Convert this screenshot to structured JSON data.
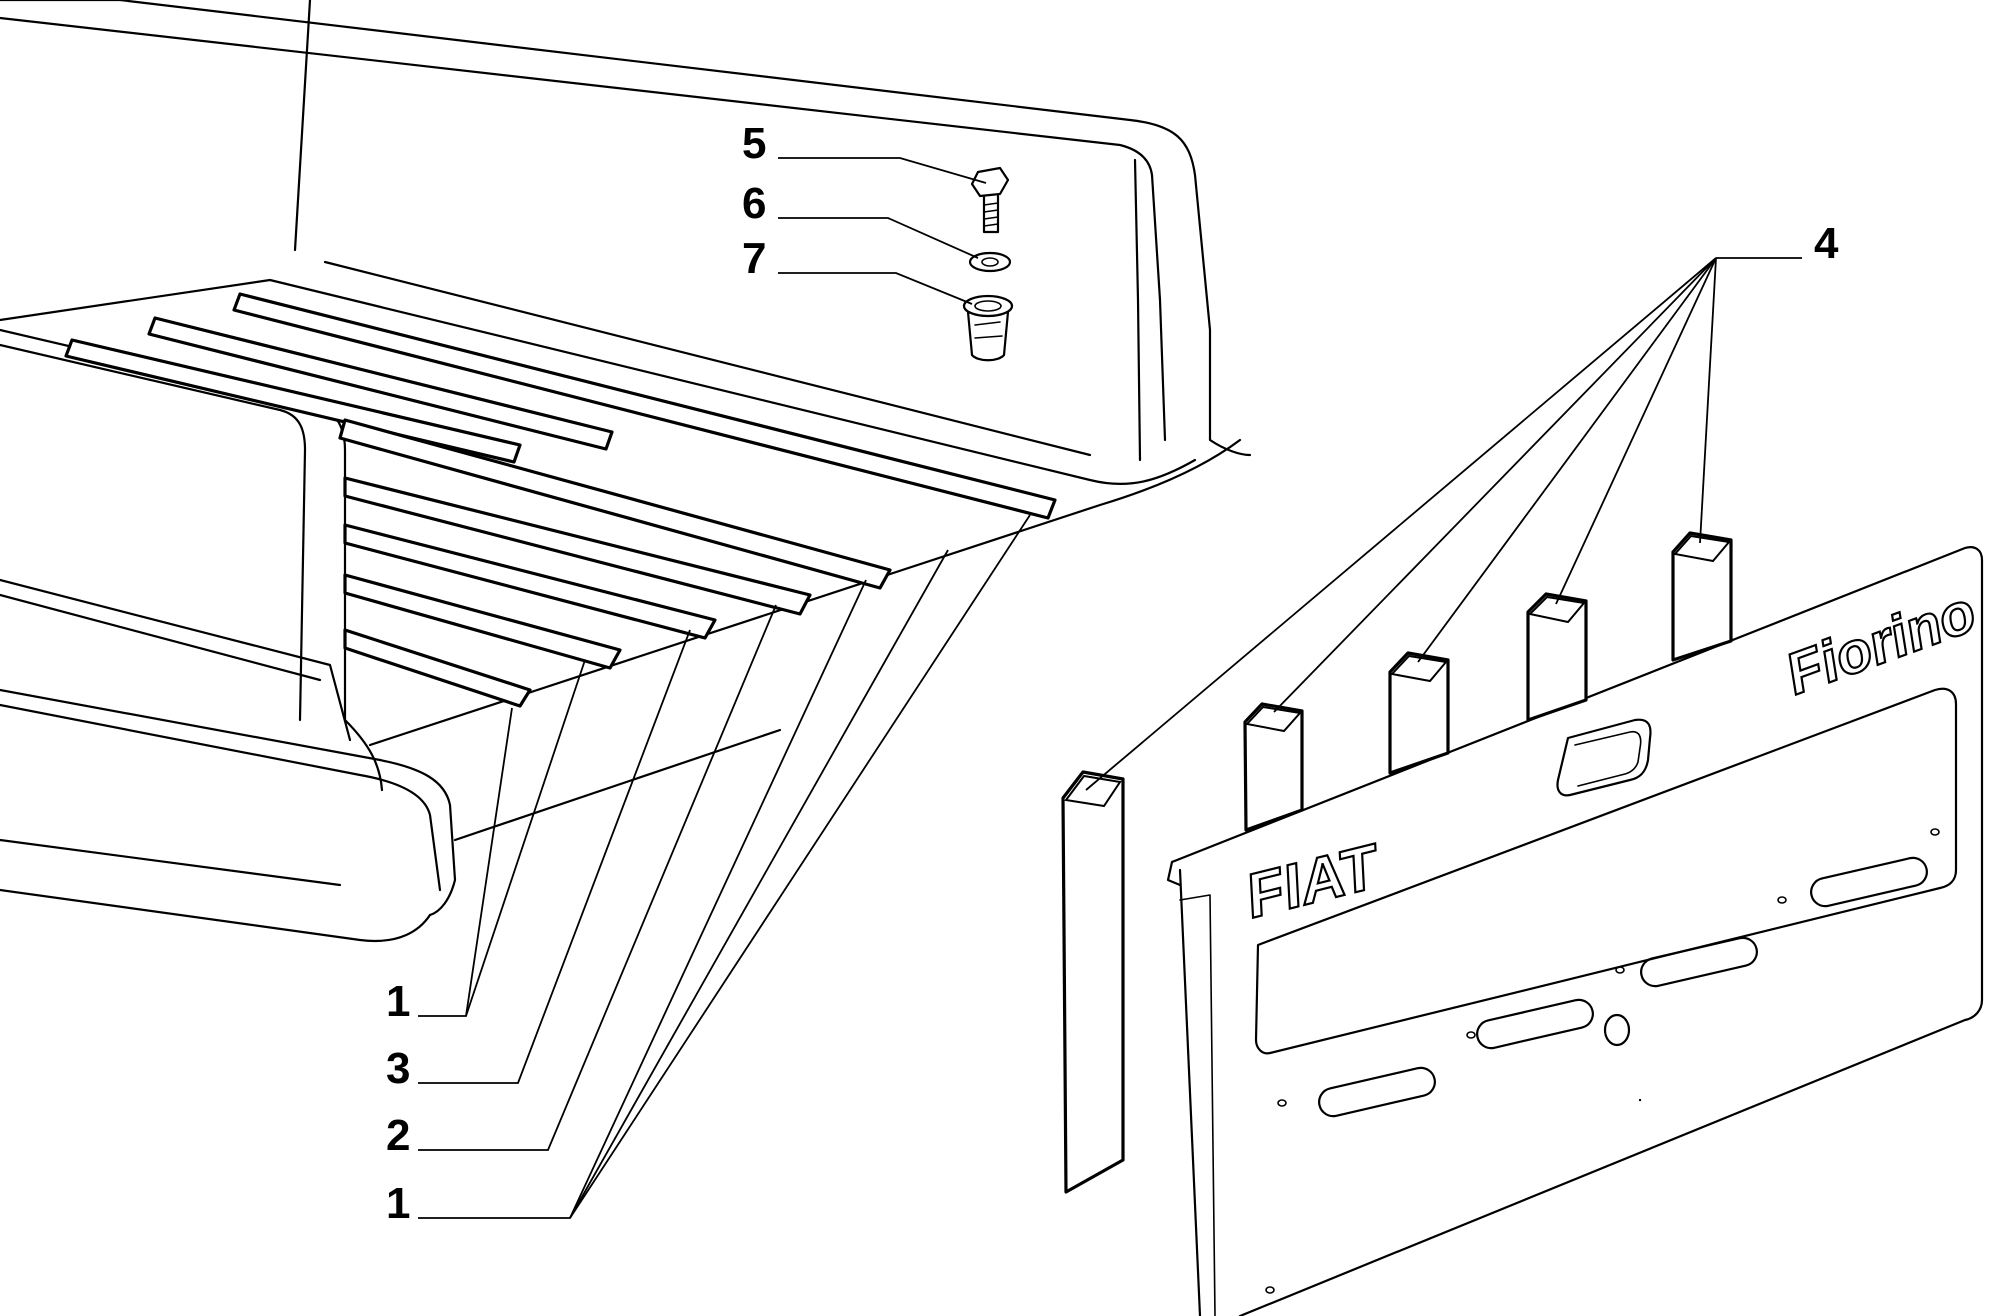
{
  "callouts": {
    "bolt": "5",
    "washer": "6",
    "rivet_nut": "7",
    "tailgate_strips": "4",
    "bed_strips_front": "1",
    "bed_strip_center": "3",
    "bed_strip_middle": "2",
    "bed_strips_rear": "1"
  },
  "tailgate": {
    "brand_text": "FIAT",
    "model_text": "Fiorino"
  }
}
